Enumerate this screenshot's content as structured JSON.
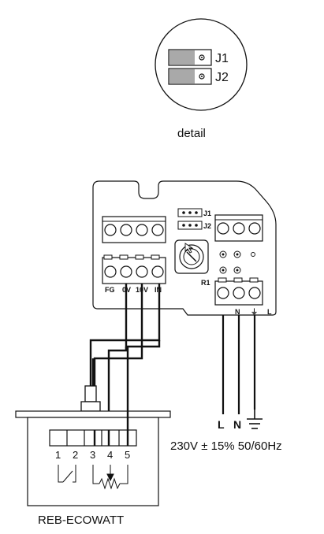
{
  "detail": {
    "jumper_j1_label": "J1",
    "jumper_j2_label": "J2",
    "caption": "detail"
  },
  "board": {
    "jumper_j1_label": "J1",
    "jumper_j2_label": "J2",
    "r1_label": "R1",
    "input_terminal_labels": [
      "FG",
      "0V",
      "10V",
      "IN"
    ],
    "power_terminal_labels": [
      "N",
      "⏚",
      "L"
    ]
  },
  "supply": {
    "l_label": "L",
    "n_label": "N",
    "spec": "230V ± 15% 50/60Hz"
  },
  "controller": {
    "terminal_numbers": [
      "1",
      "2",
      "3",
      "4",
      "5"
    ],
    "name": "REB-ECOWATT"
  },
  "colors": {
    "line": "#111111",
    "jumper": "#a9a9a9",
    "background": "#ffffff"
  }
}
